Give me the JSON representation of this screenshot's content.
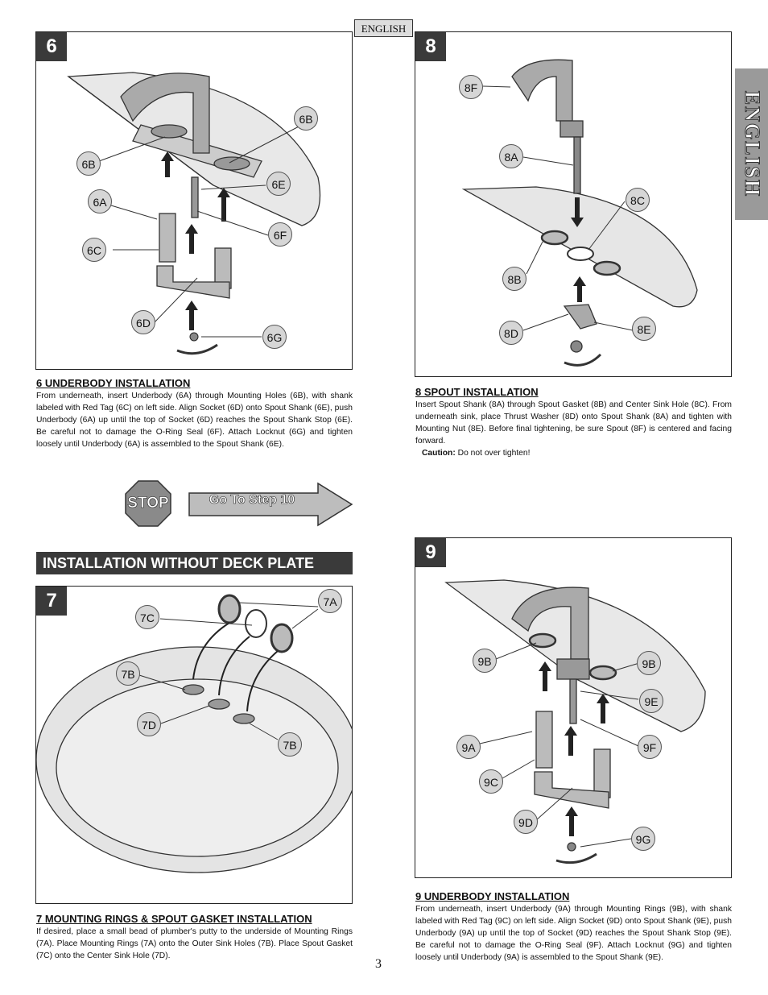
{
  "header": {
    "lang_tab": "ENGLISH",
    "side_tab": "ENGLISH"
  },
  "step6": {
    "number": "6",
    "callouts": {
      "b1": "6B",
      "b2": "6B",
      "a": "6A",
      "c": "6C",
      "d": "6D",
      "e": "6E",
      "f": "6F",
      "g": "6G"
    },
    "title": "6  UNDERBODY INSTALLATION",
    "body": "From underneath, insert Underbody (6A) through Mounting Holes (6B), with shank labeled with Red Tag (6C) on left side.  Align Socket (6D) onto Spout Shank (6E), push Underbody (6A) up until the top of Socket (6D) reaches the Spout Shank Stop (6E).  Be careful not to damage the O-Ring Seal (6F).  Attach Locknut (6G) and tighten loosely until Underbody (6A) is assembled to the Spout Shank (6E)."
  },
  "stop": {
    "sign": "STOP",
    "arrow": "Go To Step 10"
  },
  "banner": {
    "text": "INSTALLATION WITHOUT DECK PLATE"
  },
  "step7": {
    "number": "7",
    "callouts": {
      "a": "7A",
      "c": "7C",
      "b1": "7B",
      "d": "7D",
      "b2": "7B"
    },
    "title": "7  MOUNTING RINGS & SPOUT GASKET INSTALLATION",
    "body": "If desired, place a small bead of plumber's putty to the underside of Mounting Rings (7A).  Place Mounting Rings (7A) onto the Outer Sink Holes (7B).  Place Spout Gasket (7C) onto the Center Sink Hole (7D)."
  },
  "step8": {
    "number": "8",
    "callouts": {
      "f": "8F",
      "a": "8A",
      "c": "8C",
      "b": "8B",
      "d": "8D",
      "e": "8E"
    },
    "title": "8  SPOUT INSTALLATION",
    "body": "Insert Spout Shank (8A) through Spout Gasket (8B) and Center Sink Hole (8C).  From underneath sink, place Thrust Washer (8D) onto Spout Shank (8A) and tighten with Mounting Nut (8E).  Before final tightening, be sure Spout (8F) is centered and facing forward.",
    "caution_label": "Caution:",
    "caution_text": " Do not over tighten!"
  },
  "step9": {
    "number": "9",
    "callouts": {
      "b1": "9B",
      "b2": "9B",
      "e": "9E",
      "a": "9A",
      "f": "9F",
      "c": "9C",
      "d": "9D",
      "g": "9G"
    },
    "title": "9  UNDERBODY INSTALLATION",
    "body": "From underneath, insert Underbody (9A) through Mounting Rings (9B), with shank labeled with Red Tag (9C) on left side.  Align Socket (9D) onto Spout Shank (9E), push Underbody (9A) up until the top of Socket (9D) reaches the Spout Shank Stop (9E).  Be careful not to damage the O-Ring Seal (9F).  Attach Locknut (9G) and tighten loosely until Underbody (9A) is assembled to the Spout Shank (9E)."
  },
  "page_number": "3"
}
